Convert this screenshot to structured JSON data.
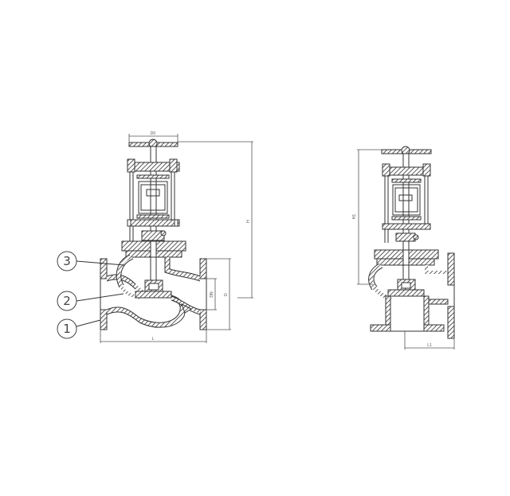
{
  "drawing": {
    "background": "#ffffff",
    "line_color": "#333333",
    "hatch_color": "#333333"
  },
  "straight_valve": {
    "callouts": [
      {
        "number": "3"
      },
      {
        "number": "2"
      },
      {
        "number": "1"
      }
    ],
    "dimensions": {
      "handwheel_diameter": "D0",
      "height": "H",
      "flange_outer": "D",
      "bore": "DN",
      "length": "L"
    }
  },
  "angle_valve": {
    "dimensions": {
      "height": "H1",
      "length": "L1"
    }
  }
}
